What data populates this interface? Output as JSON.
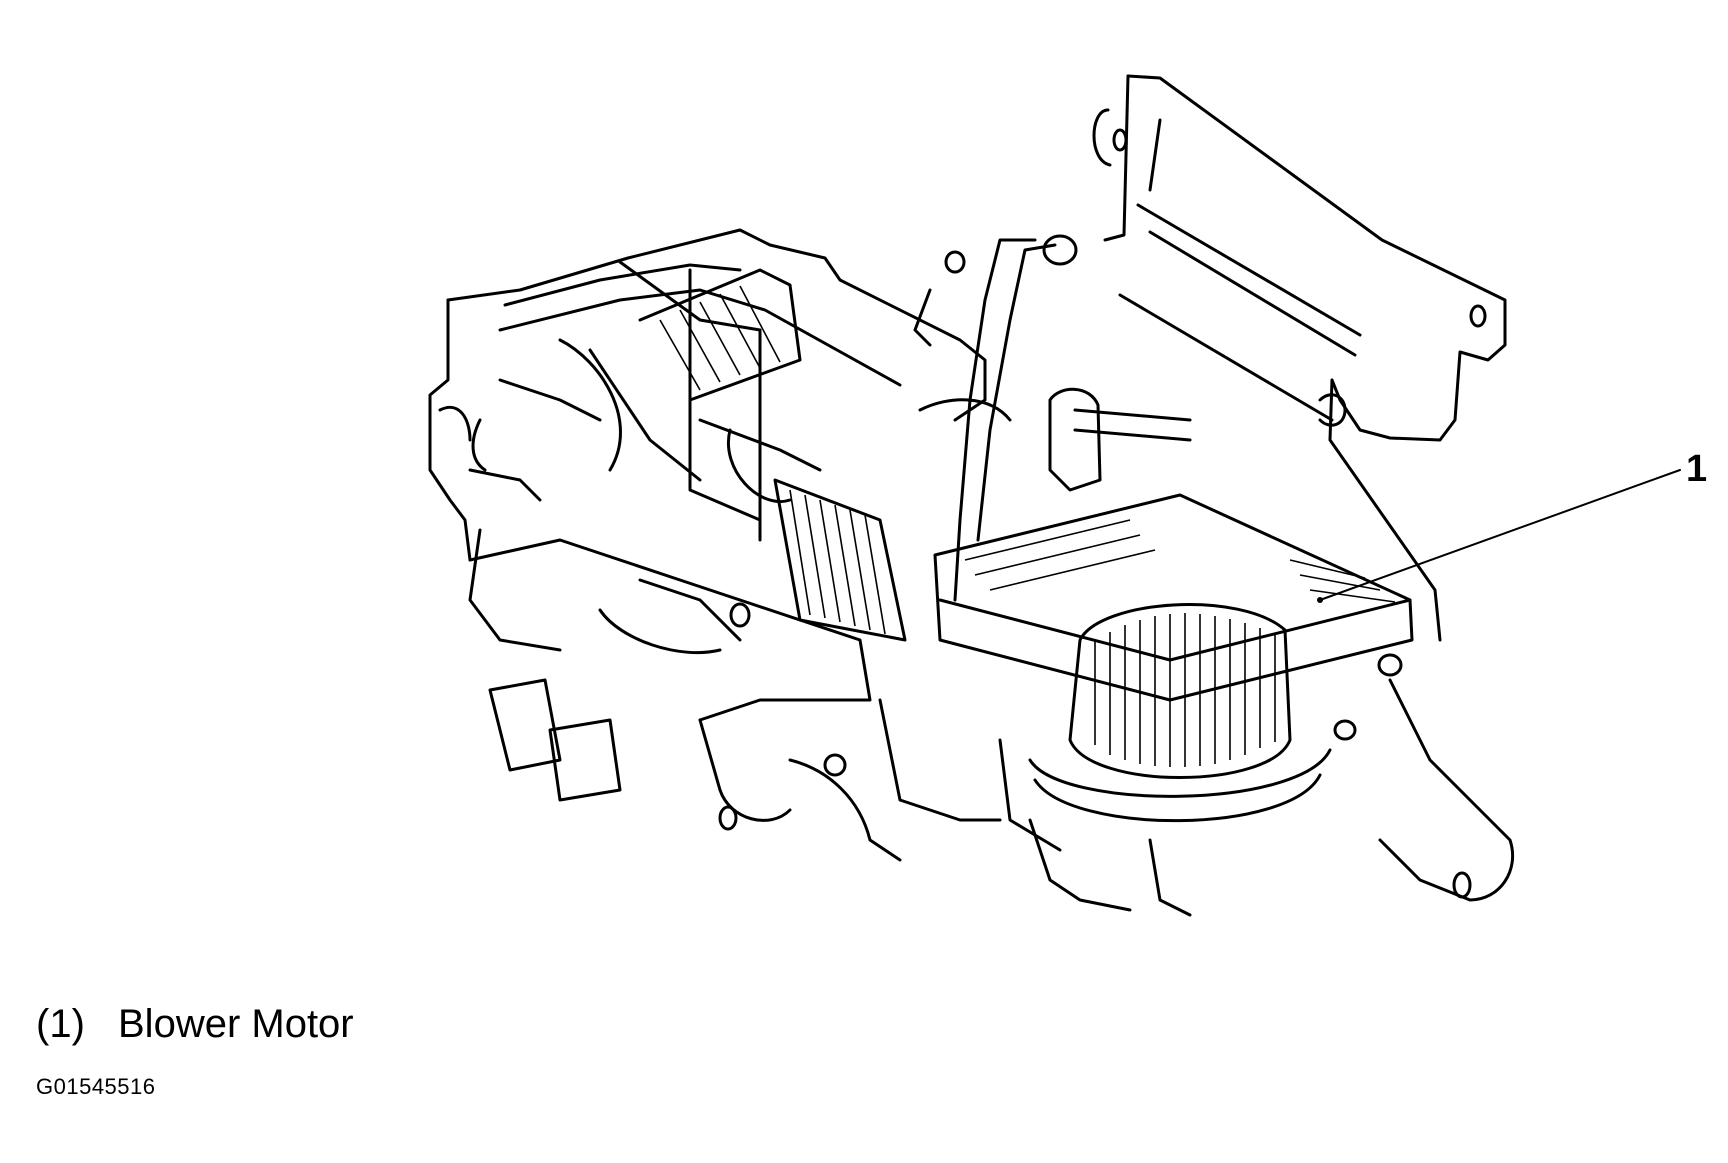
{
  "callout": {
    "number": "1"
  },
  "legend": [
    {
      "number": "(1)",
      "label": "Blower Motor"
    }
  ],
  "figure_id": "G01545516"
}
